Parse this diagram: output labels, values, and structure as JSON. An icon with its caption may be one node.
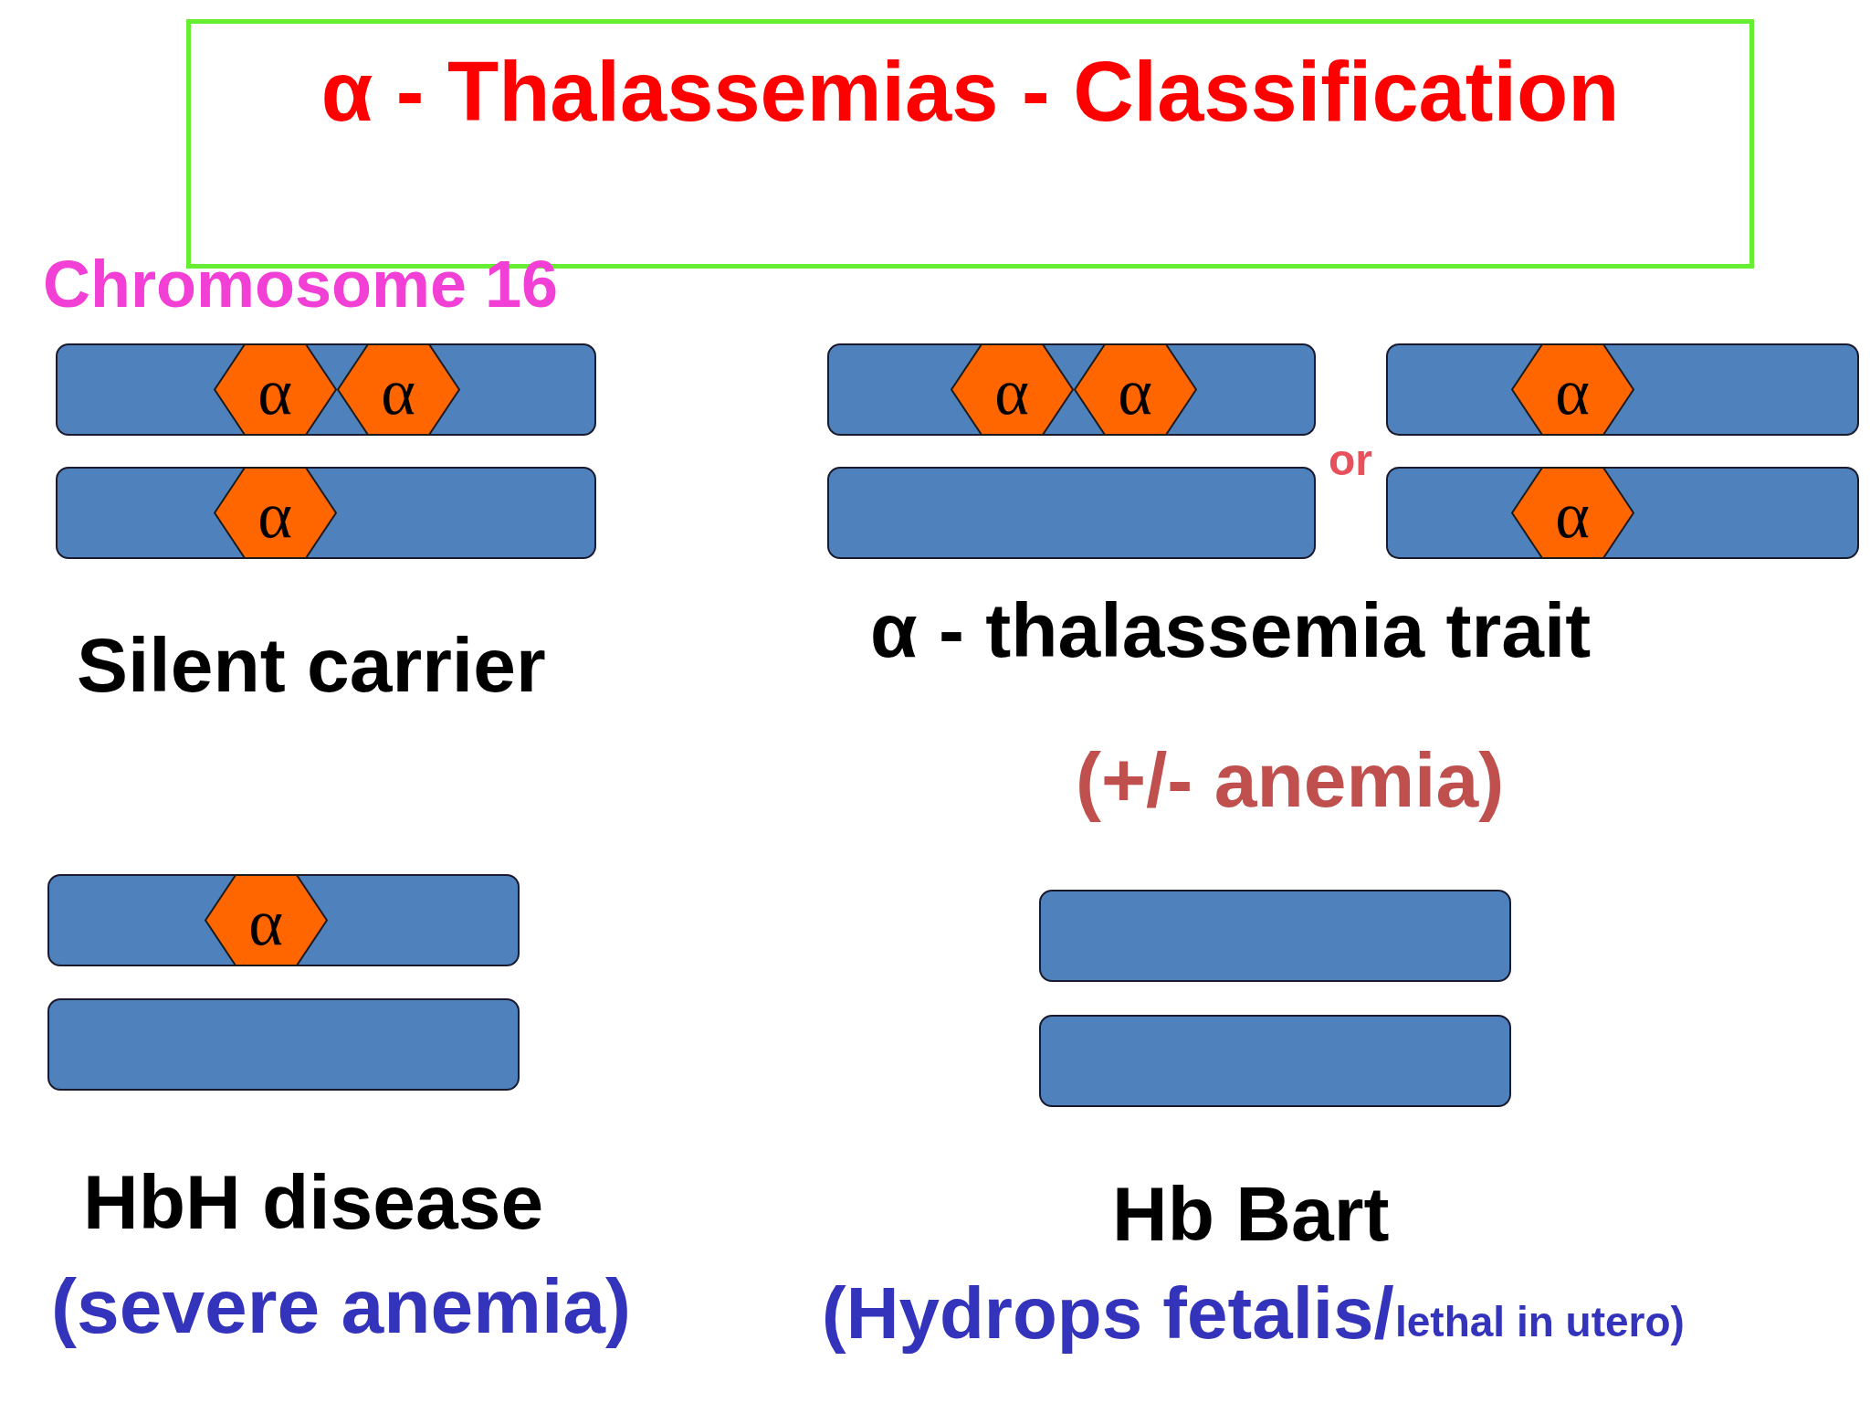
{
  "diagram": {
    "title": "α - Thalassemias - Classification",
    "nodes": [
      {
        "text": [],
        "shape": "bar"
      },
      {
        "text": [
          "α"
        ],
        "in": 0
      },
      {
        "text": [
          "α"
        ],
        "in": 0
      },
      {
        "text": [],
        "shape": "bar"
      },
      {
        "text": [
          "α"
        ],
        "in": 3
      },
      {
        "text": [],
        "shape": "bar"
      },
      {
        "text": [
          "α"
        ],
        "in": 5
      },
      {
        "text": [
          "α"
        ],
        "in": 5
      },
      {
        "text": [],
        "shape": "bar"
      },
      {
        "text": [
          "α"
        ],
        "in": 8
      },
      {
        "text": [],
        "shape": "bar"
      },
      {
        "text": [],
        "shape": "bar"
      },
      {
        "text": [
          "α"
        ],
        "in": 11
      },
      {
        "text": [],
        "shape": "bar"
      },
      {
        "text": [
          "α"
        ],
        "in": 13
      },
      {
        "text": [],
        "shape": "bar"
      },
      {
        "text": [],
        "shape": "bar"
      },
      {
        "text": [],
        "shape": "bar"
      }
    ],
    "edges": [],
    "labels": [
      "Chromosome 16",
      "Silent carrier",
      "or",
      "α - thalassemia trait",
      "(+/- anemia)",
      "HbH disease",
      "(severe anemia)",
      "Hb Bart",
      "(Hydrops fetalis/",
      "lethal in utero)"
    ]
  }
}
